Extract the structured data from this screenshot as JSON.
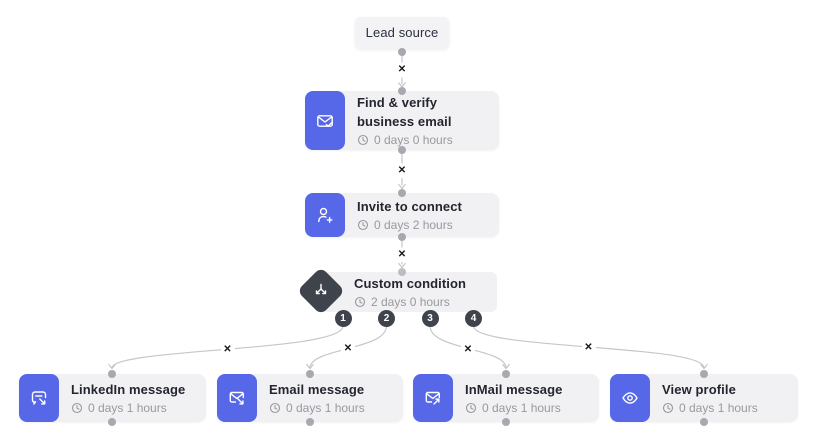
{
  "lead": {
    "label": "Lead source"
  },
  "steps": {
    "find": {
      "title": "Find & verify business email",
      "delay": "0 days 0 hours",
      "icon": "mail-check-icon"
    },
    "invite": {
      "title": "Invite to connect",
      "delay": "0 days 2 hours",
      "icon": "person-add-icon"
    },
    "condition": {
      "title": "Custom condition",
      "delay": "2 days 0 hours",
      "icon": "branch-split-icon",
      "branch_labels": [
        "1",
        "2",
        "3",
        "4"
      ]
    }
  },
  "branches": [
    {
      "title": "LinkedIn message",
      "delay": "0 days 1 hours",
      "icon": "chat-arrow-icon"
    },
    {
      "title": "Email message",
      "delay": "0 days 1 hours",
      "icon": "mail-arrow-down-icon"
    },
    {
      "title": "InMail message",
      "delay": "0 days 1 hours",
      "icon": "mail-arrow-up-icon"
    },
    {
      "title": "View profile",
      "delay": "0 days 1 hours",
      "icon": "eye-icon"
    }
  ],
  "glyphs": {
    "remove_connector": "✕"
  },
  "colors": {
    "accent_blue": "#5667e8",
    "dark_shape": "#3f434c",
    "node_bg": "#f1f1f4",
    "title_text": "#23262e",
    "muted_text": "#97999f",
    "connector_line": "#c5c6cb",
    "connection_dot": "#a7a9ae"
  }
}
